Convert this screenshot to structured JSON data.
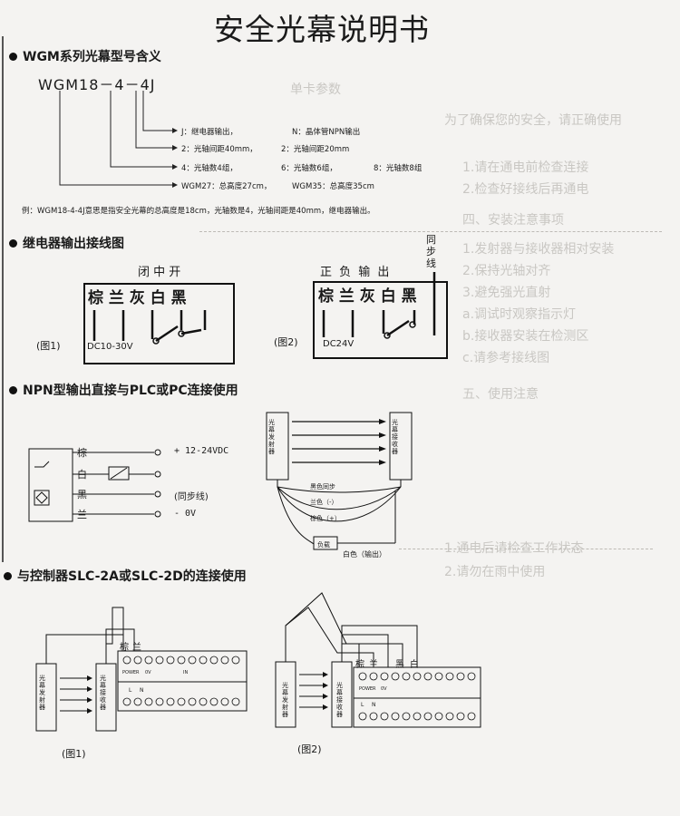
{
  "title": "安全光幕说明书",
  "sections": {
    "model": "WGM系列光幕型号含义",
    "relay": "继电器输出接线图",
    "npn": "NPN型输出直接与PLC或PC连接使用",
    "controller": "与控制器SLC-2A或SLC-2D的连接使用"
  },
  "model": {
    "code": "WGM18－4－4J",
    "j_output": "J：继电器输出，",
    "n_output": "N：晶体管NPN输出",
    "spacing_40": "2：光轴间距40mm，",
    "spacing_20": "2：光轴间距20mm",
    "axes_4": "4：光轴数4组，",
    "axes_6": "6：光轴数6组，",
    "axes_8": "8：光轴数8组",
    "height_27": "WGM27：总高度27cm，",
    "height_35": "WGM35：总高度35cm",
    "example": "例：WGM18-4-4J意思是指安全光幕的总高度是18cm，光轴数是4，光轴间距是40mm，继电器输出。"
  },
  "relay": {
    "fig1": {
      "header": "闭 中 开",
      "wires": "棕 兰 灰 白 黑",
      "voltage": "DC10-30V",
      "caption": "(图1)"
    },
    "fig2": {
      "header": "正 负 输 出",
      "sync": "同步线",
      "wires": "棕 兰 灰 白 黑",
      "voltage": "DC24V",
      "caption": "(图2)"
    }
  },
  "npn": {
    "brown": "棕",
    "white": "白",
    "black": "黑",
    "blue": "兰",
    "v_plus": "+ 12-24VDC",
    "sync": "(同步线)",
    "v_zero": "- 0V",
    "emitter": "光幕发射器",
    "receiver": "光幕接收器",
    "black_sync": "黑色同步",
    "blue_minus": "兰色（-）",
    "brown_plus": "棕色（+）",
    "load": "负载",
    "white_out": "白色（输出）"
  },
  "controller": {
    "fig1_caption": "(图1)",
    "fig2_caption": "(图2)",
    "emitter": "光幕发射器",
    "receiver": "光幕接收器",
    "brown": "棕",
    "blue": "兰",
    "black": "黑",
    "white": "白",
    "in_label": "IN",
    "pow_label": "POWER",
    "ov_label": "0V",
    "l_label": "L",
    "n_label": "N"
  },
  "ghost_text": [
    "单卡参数",
    "为了确保您的安全，请正确使用",
    "1.请在通电前检查连接",
    "2.检查好接线后再通电",
    "四、安装注意事项",
    "1.发射器与接收器相对安装",
    "2.保持光轴对齐",
    "3.避免强光直射",
    "a.调试时观察指示灯",
    "b.接收器安装在检测区",
    "c.请参考接线图",
    "五、使用注意",
    "1.通电后请检查工作状态",
    "2.请勿在雨中使用"
  ]
}
